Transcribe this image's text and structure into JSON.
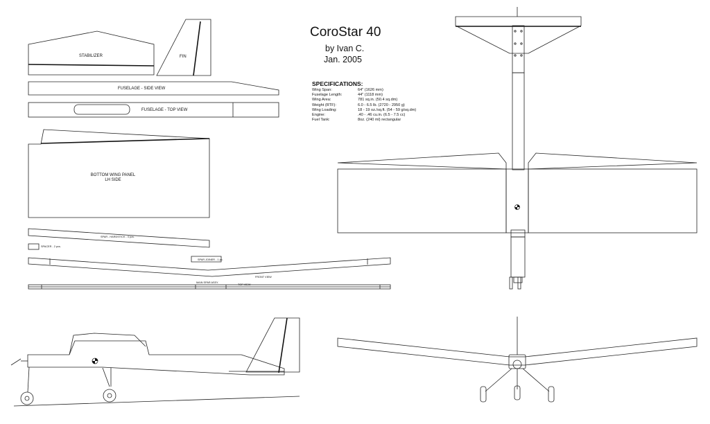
{
  "title": "CoroStar 40",
  "author": "by Ivan C.",
  "date": "Jan. 2005",
  "specifications": {
    "heading": "SPECIFICATIONS:",
    "rows": [
      {
        "label": "Wing Span:",
        "value": "64\" (1626 mm)"
      },
      {
        "label": "Fuselage Length:",
        "value": "44\" (1118 mm)"
      },
      {
        "label": "Wing Area:",
        "value": "781 sq.in. (50.4 sq.dm)"
      },
      {
        "label": "Weight (RTF):",
        "value": "6.0 - 6.5 lb. (2720 - 2950 g)"
      },
      {
        "label": "Wing Loading:",
        "value": "18 - 19 oz./sq.ft. (54 - 59 g/sq.dm)"
      },
      {
        "label": "Engine:",
        "value": ".40 - .46 cu.in. (6.5 - 7.5 cc)"
      },
      {
        "label": "Fuel Tank:",
        "value": "8oz. (240 ml) rectangular"
      }
    ]
  },
  "parts": {
    "stabilizer": "STABILIZER",
    "fin": "FIN",
    "fuselage_side": "FUSELAGE - SIDE VIEW",
    "fuselage_top": "FUSELAGE - TOP VIEW",
    "wing_panel_line1": "BOTTOM WING PANEL",
    "wing_panel_line2": "LH SIDE",
    "spar_hardstick": "SPAR - HARDSTICK - 4 pcs.",
    "spacer": "SPACER - 2 pcs.",
    "spar_joiner": "SPAR JOINER - 1 pc.",
    "front_view": "FRONT VIEW",
    "main_spar_assy": "MAIN SPAR ASSY.",
    "top_view": "TOP VIEW"
  },
  "colors": {
    "line": "#222222",
    "background": "#ffffff"
  }
}
